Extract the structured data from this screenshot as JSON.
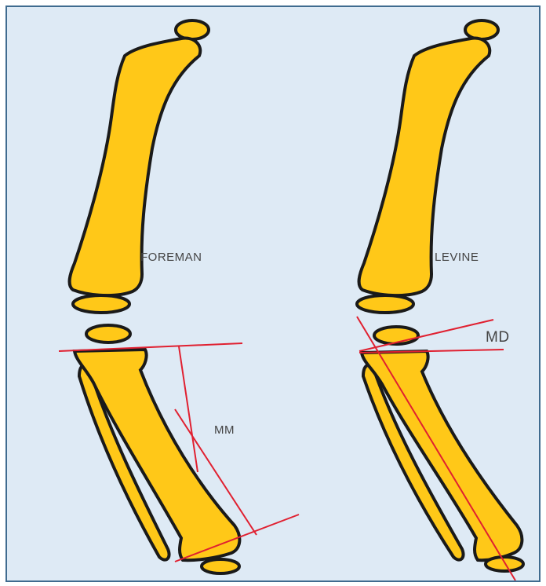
{
  "colors": {
    "background": "#deeaf5",
    "border": "#3f6b8f",
    "bone_fill": "#ffc818",
    "bone_outline": "#1a1a1a",
    "measure_line": "#e02030",
    "label_text": "#444444"
  },
  "panels": [
    {
      "label": "FOREMAN",
      "angle_label": "MM"
    },
    {
      "label": "LEVINE",
      "angle_label": "MD"
    }
  ]
}
